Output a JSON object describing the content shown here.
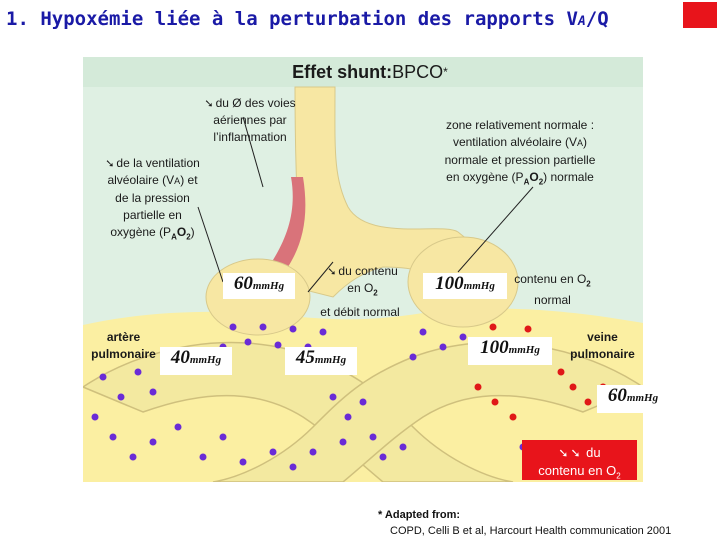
{
  "title": {
    "prefix": "1. Hypoxémie liée à la perturbation des rapports V",
    "sub": "A",
    "suffix": "/Q"
  },
  "diagram": {
    "header": {
      "bold": "Effet shunt:",
      "normal": "BPCO",
      "star": "*"
    },
    "annot_airway": [
      "du Ø des voies",
      "aériennes par",
      "l’inflammation"
    ],
    "annot_ventilation": [
      "de la ventilation",
      "alvéolaire (V",
      "A",
      ") et",
      "de la pression",
      "partielle en",
      "oxygène (P",
      "A",
      "O",
      "2",
      ")"
    ],
    "annot_normal_zone": [
      "zone relativement normale :",
      "ventilation alvéolaire (V",
      "A",
      ")",
      "normale et pression partielle",
      "en oxygène (P",
      "A",
      "O",
      "2",
      ") normale"
    ],
    "annot_contenu_low": [
      "du contenu",
      "en O",
      "2"
    ],
    "annot_debit": "et débit normal",
    "annot_contenu_normal": [
      "contenu en O",
      "2",
      "normal"
    ],
    "artery_label": [
      "artère",
      "pulmonaire"
    ],
    "vein_label": [
      "veine",
      "pulmonaire"
    ],
    "pressures": [
      {
        "value": "60",
        "unit": "mmHg"
      },
      {
        "value": "100",
        "unit": "mmHg"
      },
      {
        "value": "40",
        "unit": "mmHg"
      },
      {
        "value": "45",
        "unit": "mmHg"
      },
      {
        "value": "100",
        "unit": "mmHg"
      },
      {
        "value": "60",
        "unit": "mmHg"
      }
    ],
    "red_box": [
      "du",
      "contenu en O",
      "2"
    ],
    "arrow_glyph": "➘",
    "colors": {
      "background": "#dff0e3",
      "tissue": "#fbefa2",
      "airway": "#f7e7a3",
      "muscle": "#d9737a",
      "rbc_low": "#6a2bd6",
      "rbc_high": "#e01818",
      "red_box": "#e8141b",
      "title": "#1a1aa6"
    }
  },
  "footnote": {
    "line1": "* Adapted from:",
    "line2": "COPD, Celli B et al, Harcourt Health communication 2001"
  }
}
